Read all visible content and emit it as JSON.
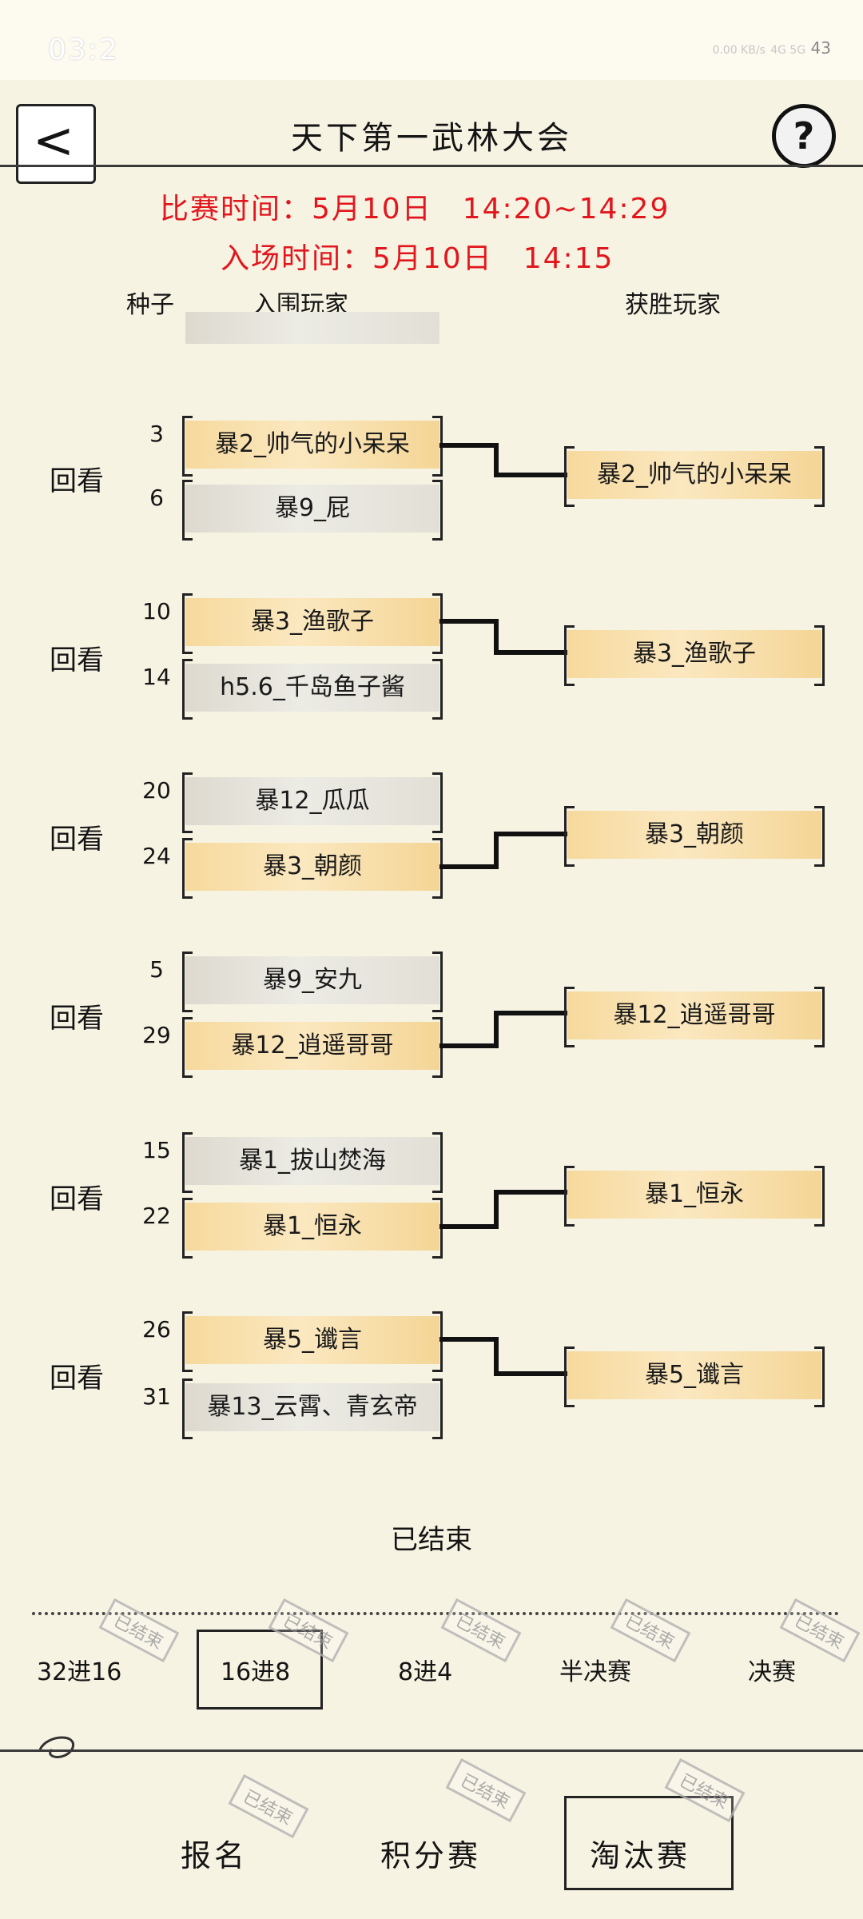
{
  "status_bar": {
    "time": "03:2",
    "net_speed": "0.00 KB/s",
    "signal": "4G 5G",
    "battery": "43"
  },
  "header": {
    "title": "天下第一武林大会",
    "back_label": "<",
    "help_label": "?"
  },
  "schedule": {
    "match_time": "比赛时间：5月10日　14:20~14:29",
    "entry_time": "入场时间：5月10日　14:15"
  },
  "columns": {
    "seed": "种子",
    "qualified": "入围玩家",
    "winner": "获胜玩家"
  },
  "matches": [
    {
      "replay": "回看",
      "p1": {
        "seed": "3",
        "name": "暴2_帅气的小呆呆"
      },
      "p2": {
        "seed": "6",
        "name": "暴9_屁"
      },
      "winner": "暴2_帅气的小呆呆"
    },
    {
      "replay": "回看",
      "p1": {
        "seed": "10",
        "name": "暴3_渔歌子"
      },
      "p2": {
        "seed": "14",
        "name": "h5.6_千岛鱼子酱"
      },
      "winner": "暴3_渔歌子"
    },
    {
      "replay": "回看",
      "p1": {
        "seed": "20",
        "name": "暴12_瓜瓜"
      },
      "p2": {
        "seed": "24",
        "name": "暴3_朝颜"
      },
      "winner": "暴3_朝颜"
    },
    {
      "replay": "回看",
      "p1": {
        "seed": "5",
        "name": "暴9_安九"
      },
      "p2": {
        "seed": "29",
        "name": "暴12_逍遥哥哥"
      },
      "winner": "暴12_逍遥哥哥"
    },
    {
      "replay": "回看",
      "p1": {
        "seed": "15",
        "name": "暴1_拔山焚海"
      },
      "p2": {
        "seed": "22",
        "name": "暴1_恒永"
      },
      "winner": "暴1_恒永"
    },
    {
      "replay": "回看",
      "p1": {
        "seed": "26",
        "name": "暴5_谶言"
      },
      "p2": {
        "seed": "31",
        "name": "暴13_云霄、青玄帝"
      },
      "winner": "暴5_谶言"
    }
  ],
  "status_text": "已结束",
  "stamp_text": "已结束",
  "round_tabs": [
    "32进16",
    "16进8",
    "8进4",
    "半决赛",
    "决赛"
  ],
  "bottom_tabs": [
    "报名",
    "积分赛",
    "淘汰赛"
  ],
  "colors": {
    "accent_red": "#e2171d",
    "winner_gold": "#f6d99c",
    "loser_gray": "#e2dfd6",
    "background": "#f7f3e3"
  }
}
